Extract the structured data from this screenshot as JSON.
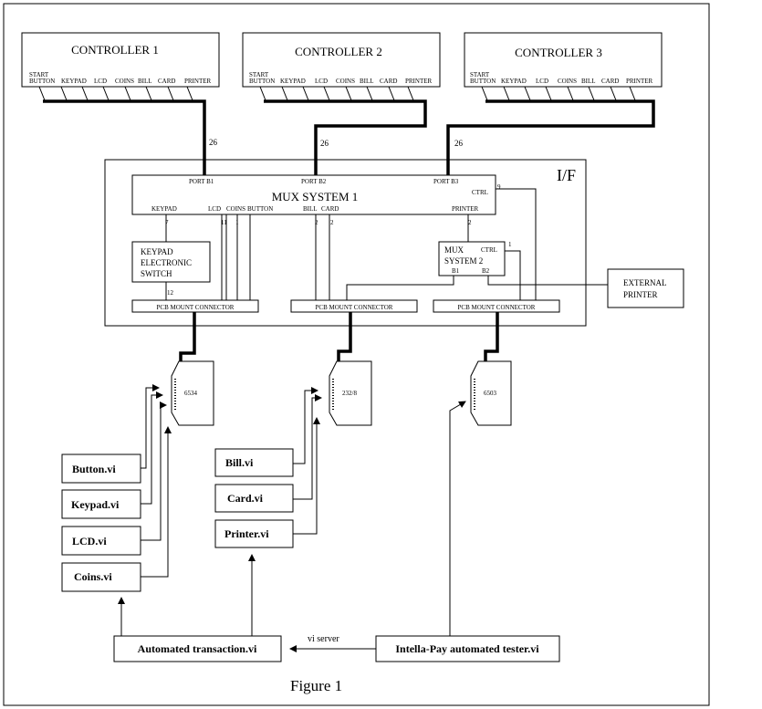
{
  "frame": {
    "if_label": "I/F"
  },
  "controllers": [
    {
      "title": "CONTROLLER 1",
      "ports": [
        "START BUTTON",
        "KEYPAD",
        "LCD",
        "COINS",
        "BILL",
        "CARD",
        "PRINTER"
      ],
      "cable": "26"
    },
    {
      "title": "CONTROLLER 2",
      "ports": [
        "START BUTTON",
        "KEYPAD",
        "LCD",
        "COINS",
        "BILL",
        "CARD",
        "PRINTER"
      ],
      "cable": "26"
    },
    {
      "title": "CONTROLLER 3",
      "ports": [
        "START BUTTON",
        "KEYPAD",
        "LCD",
        "COINS",
        "BILL",
        "CARD",
        "PRINTER"
      ],
      "cable": "26"
    }
  ],
  "mux1": {
    "title": "MUX SYSTEM 1",
    "ports_top": [
      "PORT B1",
      "PORT B2",
      "PORT B3"
    ],
    "ctrl": "CTRL",
    "ctrl_wires": "9",
    "ports_bottom": [
      "KEYPAD",
      "LCD",
      "COINS",
      "BUTTON",
      "BILL",
      "CARD",
      "PRINTER"
    ],
    "wires": {
      "keypad": "7",
      "lcd": "11",
      "coins": "1",
      "bill": "2",
      "card": "2",
      "printer": "2"
    }
  },
  "keypad_switch": {
    "lines": [
      "KEYPAD",
      "ELECTRONIC",
      "SWITCH"
    ],
    "wires": "12"
  },
  "mux2": {
    "line1": "MUX",
    "line2": "SYSTEM 2",
    "ctrl": "CTRL",
    "b1": "B1",
    "b2": "B2",
    "ctrl_wires": "1"
  },
  "external_printer": {
    "lines": [
      "EXTERNAL",
      "PRINTER"
    ]
  },
  "pcb_connectors": [
    "PCB MOUNT CONNECTOR",
    "PCB MOUNT CONNECTOR",
    "PCB MOUNT CONNECTOR"
  ],
  "cards": [
    "6534",
    "232/8",
    "6503"
  ],
  "vis_left": [
    "Button.vi",
    "Keypad.vi",
    "LCD.vi",
    "Coins.vi"
  ],
  "vis_mid": [
    "Bill.vi",
    "Card.vi",
    "Printer.vi"
  ],
  "automated_transaction": "Automated transaction.vi",
  "tester": "Intella-Pay automated tester.vi",
  "vi_server": "vi server",
  "figure_caption": "Figure 1"
}
